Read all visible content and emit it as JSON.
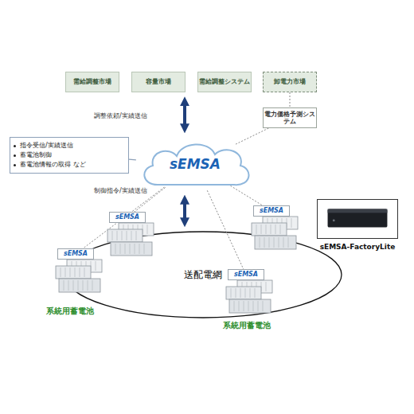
{
  "diagram": {
    "nodes": [
      {
        "text": [
          "需給調整市場"
        ]
      },
      {
        "text": [
          "容量市場"
        ]
      },
      {
        "text": [
          "需給調整システム"
        ]
      },
      {
        "text": [
          "卸電力市場"
        ]
      },
      {
        "text": [
          "電力価格予測システム"
        ]
      },
      {
        "text": [
          "指令受信/実績送信",
          "蓄電池制御",
          "蓄電池情報の取得 など"
        ]
      },
      {
        "text": [
          "sEMSA"
        ]
      },
      {
        "text": [
          "sEMSA-FactoryLite"
        ]
      },
      {
        "text": [
          "送配電網"
        ]
      },
      {
        "text": [
          "sEMSA"
        ]
      },
      {
        "text": [
          "sEMSA"
        ]
      },
      {
        "text": [
          "sEMSA"
        ]
      },
      {
        "text": [
          "sEMSA"
        ]
      }
    ],
    "edges": [
      {
        "from": 1,
        "to": 6,
        "label": "調整依頼/実績送信",
        "arrow": "both"
      },
      {
        "from": 3,
        "to": 4,
        "arrow": "none"
      },
      {
        "from": 4,
        "to": 6,
        "arrow": "none"
      },
      {
        "from": 5,
        "to": 6,
        "arrow": "none"
      },
      {
        "from": 6,
        "to": 8,
        "label": "制御指令/実績送信",
        "arrow": "both"
      },
      {
        "from": 6,
        "to": 9,
        "arrow": "none"
      },
      {
        "from": 6,
        "to": 10,
        "arrow": "none"
      },
      {
        "from": 6,
        "to": 11,
        "arrow": "none"
      },
      {
        "from": 6,
        "to": 12,
        "arrow": "none"
      }
    ],
    "labels": [
      "系統用蓄電池",
      "系統用蓄電池"
    ]
  }
}
